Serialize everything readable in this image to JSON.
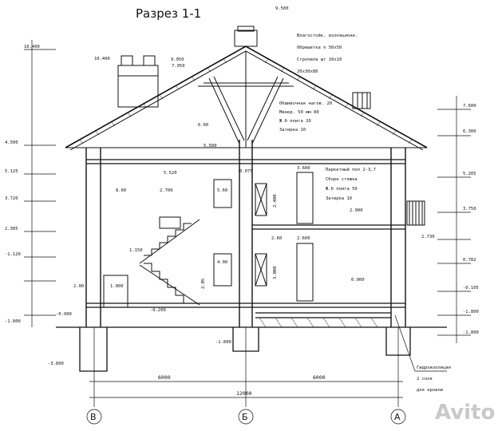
{
  "title": "Разрез 1-1",
  "levels_left": [
    "10.400",
    "7.950",
    "4.500",
    "5.125",
    "3.720",
    "2.305",
    "-1.120",
    "-0.900",
    "-1.800"
  ],
  "levels_right": [
    "7.600",
    "6.300",
    "5.205",
    "3.750",
    "2.730",
    "0.782",
    "-0.105",
    "-1.800",
    "-1.800"
  ],
  "levels_inner": [
    "9.500",
    "10.400",
    "9.050",
    "6.60",
    "5.520",
    "3.600",
    "2.900",
    "-1.800",
    "-0.200",
    "0.000",
    "-3.800"
  ],
  "roof_notes": [
    "Влагостойк. изоляционн.",
    "Обрешетка п 50x50",
    "Стропила шт 10x10",
    "20x30x80"
  ],
  "attic_notes": [
    "Обшивочная нагов. 20",
    "Минер. 50 мм 80",
    "Ж.б плита 20",
    "Затирка 10"
  ],
  "floor2_notes": [
    "Паркетный пол 2-3,7",
    "Сборн стяжка",
    "Ж.б плита 50",
    "Затирка 10"
  ],
  "dims": [
    "8.60",
    "2.700",
    "5.500",
    "5.60",
    "2.400",
    "3.000",
    "2.600",
    "2.60",
    "4.00",
    "1.150",
    "1.000",
    "2.00",
    "2.05",
    "0.075"
  ],
  "dim_spans": [
    "6000",
    "6000",
    "12000"
  ],
  "axes": [
    "В",
    "Б",
    "А"
  ],
  "callout_lines": [
    "Гидроизоляция",
    "2 слоя",
    "для кровли"
  ],
  "watermark": "Avito"
}
